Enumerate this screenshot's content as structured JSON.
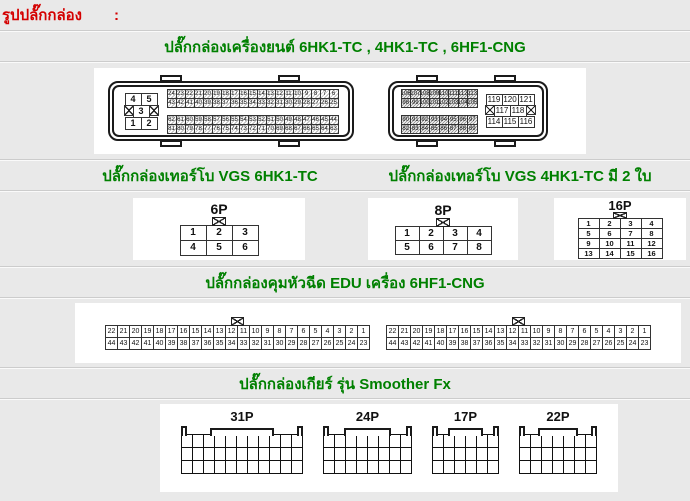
{
  "colors": {
    "header_green": "#008000",
    "title_red": "#d40000",
    "page_bg": "#e9e9e9",
    "panel_bg": "#ffffff"
  },
  "title": {
    "text": "รูปปลั๊กกล่อง",
    "colon": ":"
  },
  "headers": {
    "engine": "ปลั๊กกล่องเครื่องยนต์  6HK1-TC , 4HK1-TC , 6HF1-CNG",
    "turbo_left": "ปลั๊กกล่องเทอร์โบ VGS 6HK1-TC",
    "turbo_right": "ปลั๊กกล่องเทอร์โบ VGS 4HK1-TC  มี 2 ใบ",
    "edu": "ปลั๊กกล่องคุมหัวฉีด EDU เครื่อง 6HF1-CNG",
    "gear": "ปลั๊กกล่องเกียร์ รุ่น  Smoother Fx"
  },
  "engine_connector_a": {
    "aux_block": [
      [
        "4",
        "5"
      ],
      [
        "X",
        "3",
        "X"
      ],
      [
        "1",
        "2"
      ]
    ],
    "grid_top": [
      [
        "24",
        "23",
        "22",
        "21",
        "20",
        "19",
        "18",
        "17",
        "16",
        "15",
        "14",
        "13",
        "12",
        "11",
        "10",
        "9",
        "8",
        "7",
        "6"
      ],
      [
        "43",
        "42",
        "41",
        "40",
        "39",
        "38",
        "37",
        "36",
        "35",
        "34",
        "33",
        "32",
        "31",
        "30",
        "29",
        "28",
        "27",
        "26",
        "25"
      ]
    ],
    "grid_bottom": [
      [
        "62",
        "61",
        "60",
        "59",
        "58",
        "57",
        "56",
        "55",
        "54",
        "53",
        "52",
        "51",
        "50",
        "49",
        "48",
        "47",
        "46",
        "45",
        "44"
      ],
      [
        "81",
        "80",
        "79",
        "78",
        "77",
        "76",
        "75",
        "74",
        "73",
        "72",
        "71",
        "70",
        "69",
        "68",
        "67",
        "66",
        "65",
        "64",
        "63"
      ]
    ]
  },
  "engine_connector_b": {
    "grid_top": [
      [
        "106",
        "107",
        "108",
        "109",
        "110",
        "111",
        "112",
        "113"
      ],
      [
        "98",
        "99",
        "100",
        "101",
        "102",
        "103",
        "104",
        "105"
      ]
    ],
    "grid_bottom": [
      [
        "90",
        "91",
        "92",
        "93",
        "94",
        "95",
        "96",
        "97"
      ],
      [
        "82",
        "83",
        "84",
        "85",
        "86",
        "87",
        "88",
        "89"
      ]
    ],
    "aux_block": [
      [
        "119",
        "120",
        "121"
      ],
      [
        "X",
        "117",
        "118",
        "X"
      ],
      [
        "114",
        "115",
        "116"
      ]
    ]
  },
  "turbo_connectors": [
    {
      "label": "6P",
      "grid": [
        [
          "1",
          "2",
          "3"
        ],
        [
          "4",
          "5",
          "6"
        ]
      ]
    },
    {
      "label": "8P",
      "grid": [
        [
          "1",
          "2",
          "3",
          "4"
        ],
        [
          "5",
          "6",
          "7",
          "8"
        ]
      ]
    },
    {
      "label": "16P",
      "grid": [
        [
          "1",
          "2",
          "3",
          "4"
        ],
        [
          "5",
          "6",
          "7",
          "8"
        ],
        [
          "9",
          "10",
          "11",
          "12"
        ],
        [
          "13",
          "14",
          "15",
          "16"
        ]
      ]
    }
  ],
  "edu_connector": {
    "count": 2,
    "grid": [
      [
        "22",
        "21",
        "20",
        "19",
        "18",
        "17",
        "16",
        "15",
        "14",
        "13",
        "12",
        "11",
        "10",
        "9",
        "8",
        "7",
        "6",
        "5",
        "4",
        "3",
        "2",
        "1"
      ],
      [
        "44",
        "43",
        "42",
        "41",
        "40",
        "39",
        "38",
        "37",
        "36",
        "35",
        "34",
        "33",
        "32",
        "31",
        "30",
        "29",
        "28",
        "27",
        "26",
        "25",
        "24",
        "23"
      ]
    ]
  },
  "gear_connectors": [
    {
      "label": "31P",
      "cols": 11,
      "rows": 3
    },
    {
      "label": "24P",
      "cols": 8,
      "rows": 3
    },
    {
      "label": "17P",
      "cols": 6,
      "rows": 3
    },
    {
      "label": "22P",
      "cols": 7,
      "rows": 3
    }
  ]
}
